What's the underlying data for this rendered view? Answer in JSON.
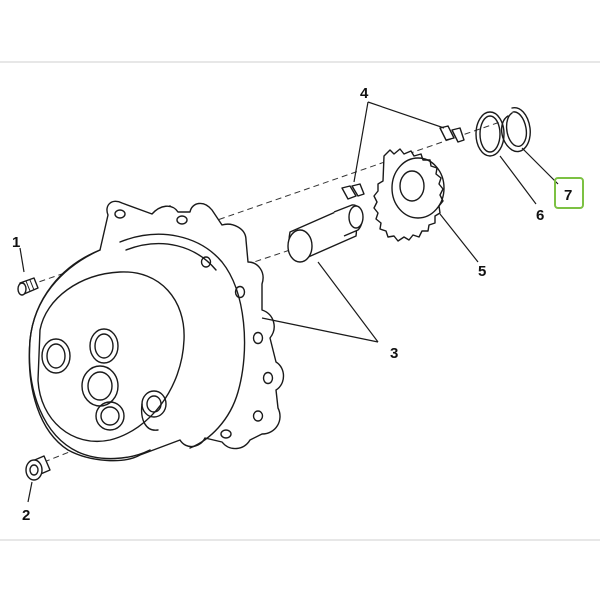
{
  "diagram": {
    "callouts": [
      {
        "id": "1",
        "label": "1"
      },
      {
        "id": "2",
        "label": "2"
      },
      {
        "id": "3",
        "label": "3"
      },
      {
        "id": "4",
        "label": "4"
      },
      {
        "id": "5",
        "label": "5"
      },
      {
        "id": "6",
        "label": "6"
      },
      {
        "id": "7",
        "label": "7"
      }
    ],
    "highlighted_callout": "7",
    "colors": {
      "line": "#1a1a1a",
      "highlight": "#7cc143",
      "frame": "#cfcfcf"
    }
  }
}
